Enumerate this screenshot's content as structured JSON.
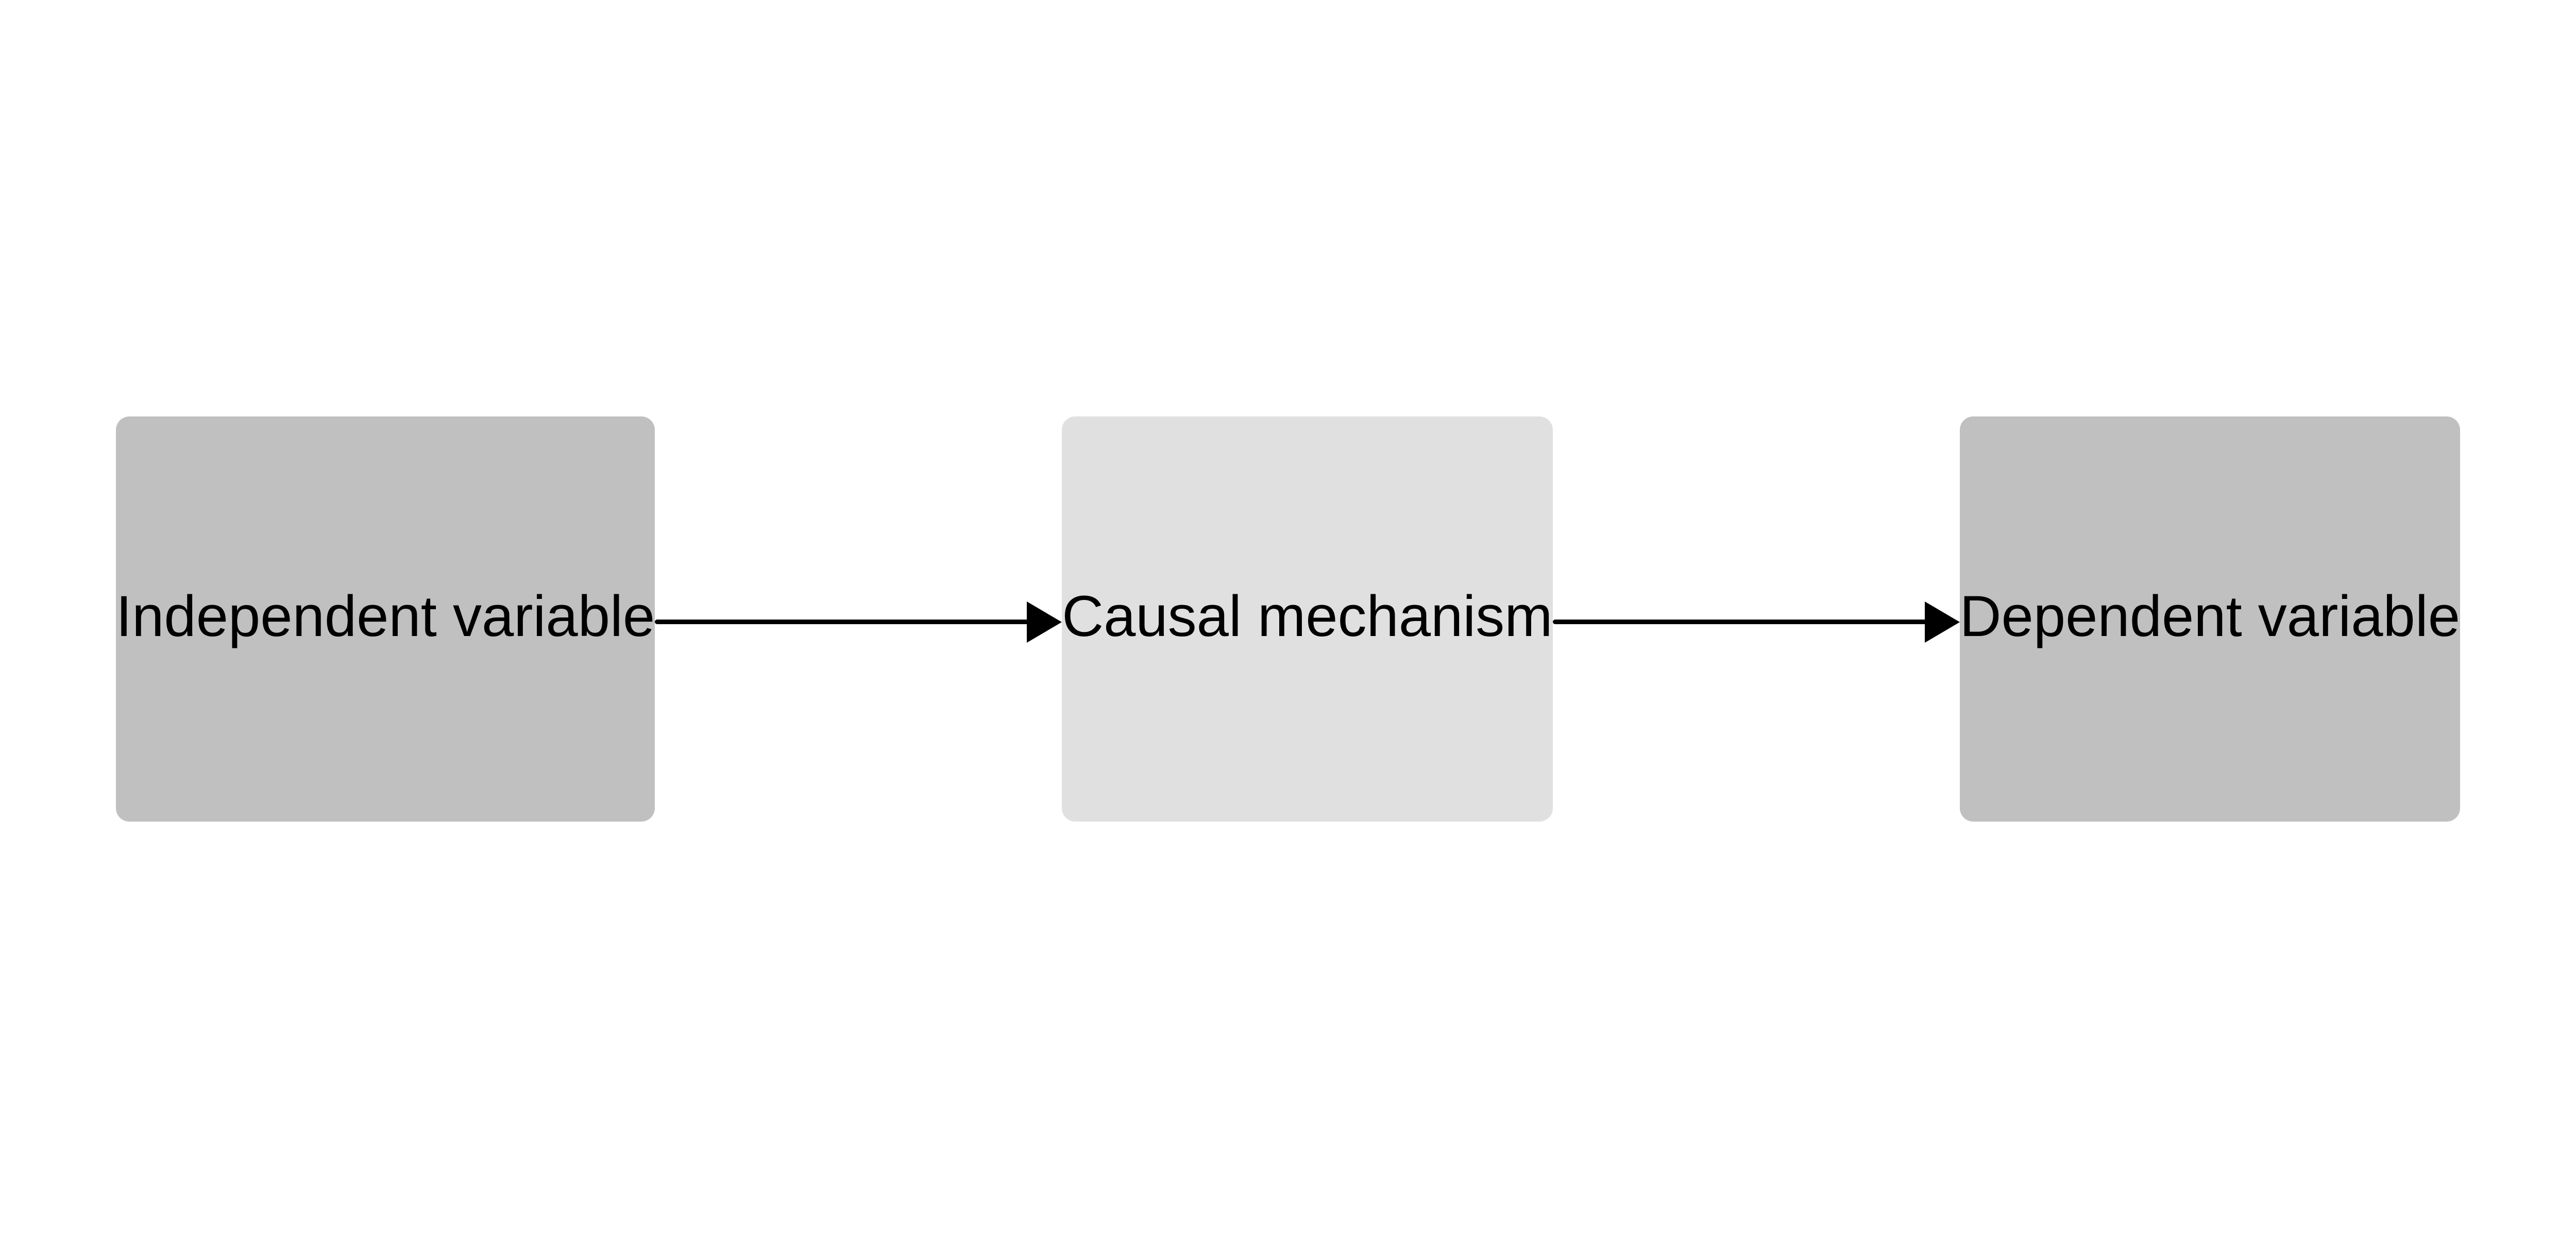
{
  "nodes": [
    {
      "label": "Independent variable",
      "color": "#c0c0c0"
    },
    {
      "label": "Causal mechanism",
      "color": "#e0e0e0"
    },
    {
      "label": "Dependent variable",
      "color": "#c0c0c0"
    }
  ],
  "edges": [
    {
      "from": "Independent variable",
      "to": "Causal mechanism"
    },
    {
      "from": "Causal mechanism",
      "to": "Dependent variable"
    }
  ],
  "arrow_color": "#000000"
}
